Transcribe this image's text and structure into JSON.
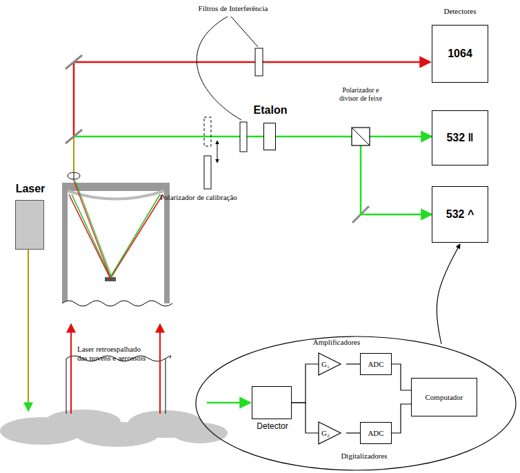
{
  "diagram": {
    "nodes": [
      {
        "text": [
          "Laser"
        ]
      },
      {
        "text": [
          "Etalon"
        ]
      },
      {
        "text": [
          "Polarizador e divisor de feixe"
        ]
      },
      {
        "text": [
          "1064"
        ]
      },
      {
        "text": [
          "532 ‖"
        ]
      },
      {
        "text": [
          "532 ^"
        ]
      },
      {
        "text": [
          "Amplificadores",
          "Digitalizadores"
        ]
      },
      {
        "text": [
          "Detector"
        ],
        "in": 6
      },
      {
        "text": [
          "G₁"
        ],
        "in": 6
      },
      {
        "text": [
          "G₂"
        ],
        "in": 6
      },
      {
        "text": [
          "ADC"
        ],
        "in": 6
      },
      {
        "text": [
          "ADC"
        ],
        "in": 6
      },
      {
        "text": [
          "Computador"
        ],
        "in": 6
      }
    ],
    "edges": [
      {
        "from": 1,
        "to": 2,
        "arrow": "none"
      },
      {
        "from": 2,
        "to": 4,
        "arrow": "to"
      },
      {
        "from": 2,
        "to": 5,
        "arrow": "to"
      },
      {
        "from": 6,
        "to": 5,
        "arrow": "to"
      },
      {
        "from": 7,
        "to": 8,
        "arrow": "none"
      },
      {
        "from": 7,
        "to": 9,
        "arrow": "none"
      },
      {
        "from": 8,
        "to": 10,
        "arrow": "none"
      },
      {
        "from": 9,
        "to": 11,
        "arrow": "none"
      },
      {
        "from": 10,
        "to": 12,
        "arrow": "none"
      },
      {
        "from": 11,
        "to": 12,
        "arrow": "none"
      }
    ],
    "labels": [
      "Filtros de Interferência",
      "Detectores",
      "Polarizador de calibração",
      "Laser retroespalhado das nuvens e aerossóis"
    ]
  }
}
